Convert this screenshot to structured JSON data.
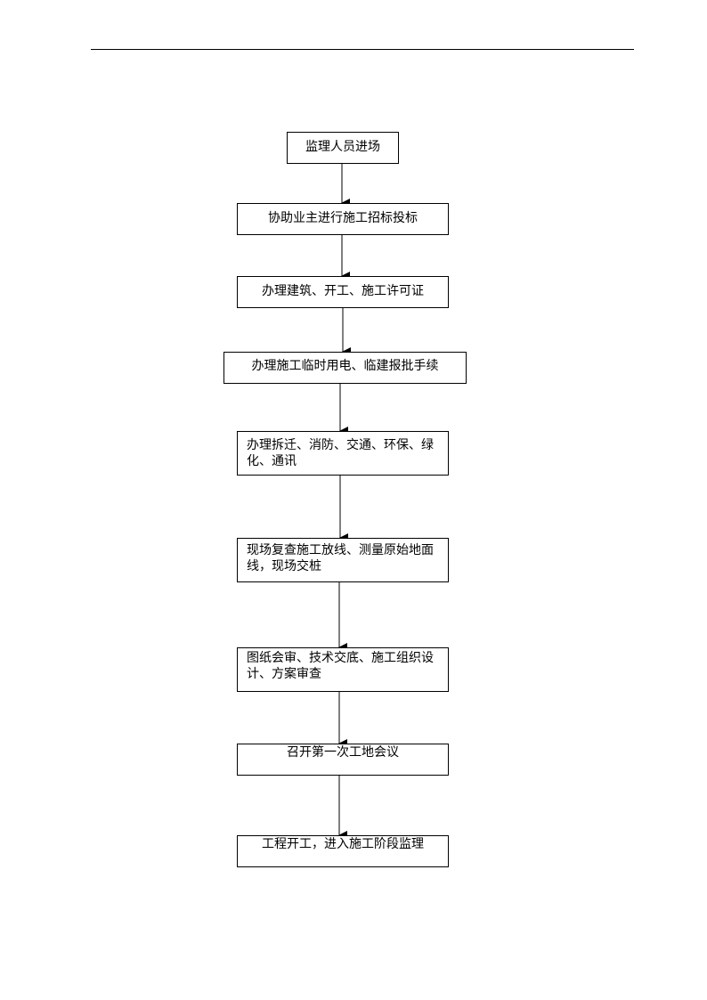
{
  "flowchart": {
    "steps": [
      {
        "label": "监理人员进场"
      },
      {
        "label": "协助业主进行施工招标投标"
      },
      {
        "label": "办理建筑、开工、施工许可证"
      },
      {
        "label": "办理施工临时用电、临建报批手续"
      },
      {
        "label": "办理拆迁、消防、交通、环保、绿\n化、通讯"
      },
      {
        "label": "现场复查施工放线、测量原始地面\n线，现场交桩"
      },
      {
        "label": "图纸会审、技术交底、施工组织设\n计、方案审查"
      },
      {
        "label": "召开第一次工地会议"
      },
      {
        "label": "工程开工，进入施工阶段监理"
      }
    ]
  }
}
